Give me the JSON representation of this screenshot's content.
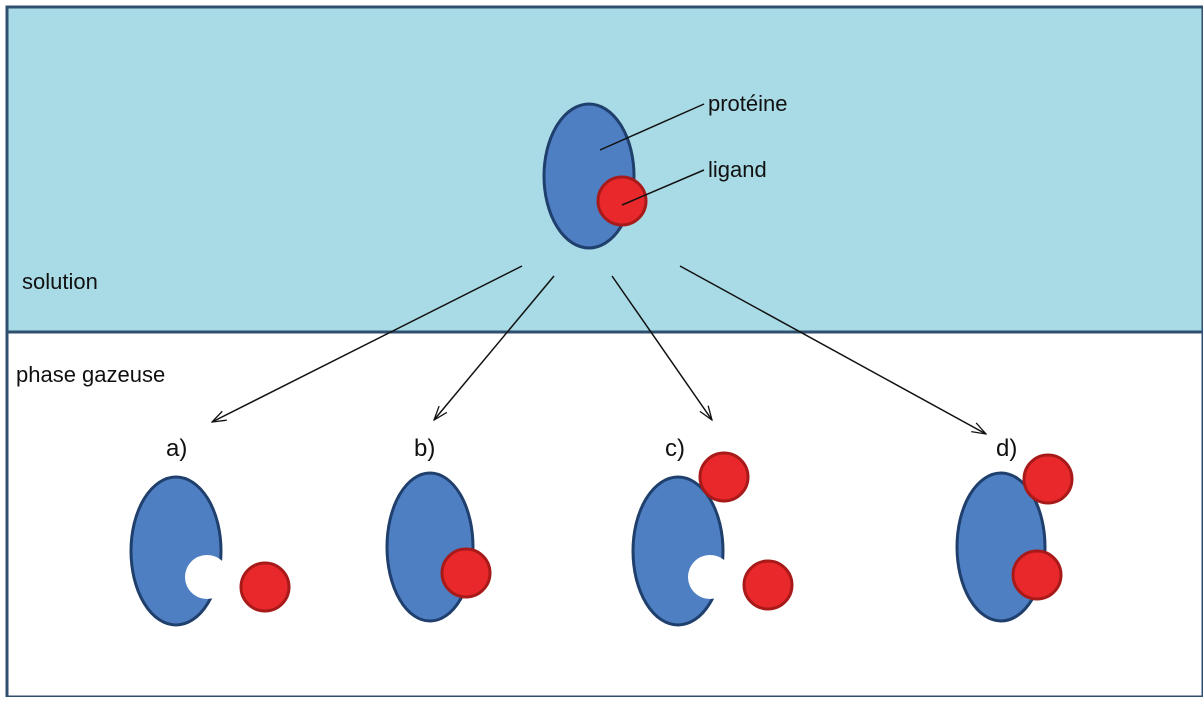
{
  "labels": {
    "protein": "protéine",
    "ligand": "ligand",
    "solution": "solution",
    "gas_phase": "phase gazeuse",
    "case_a": "a)",
    "case_b": "b)",
    "case_c": "c)",
    "case_d": "d)"
  },
  "colors": {
    "solution_fill": "#a9dbe6",
    "border": "#2f4f6f",
    "protein_fill": "#4f7fc3",
    "protein_stroke": "#1f3f6d",
    "ligand_fill": "#e8282a",
    "ligand_stroke": "#a81a1a",
    "pocket_fill": "#ffffff",
    "line": "#111111"
  }
}
